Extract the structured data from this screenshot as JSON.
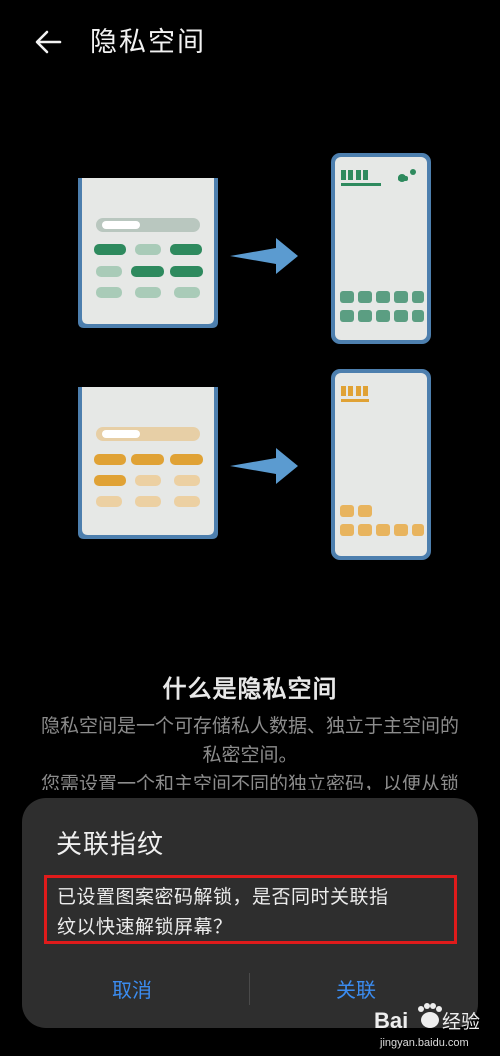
{
  "header": {
    "title": "隐私空间",
    "back_icon": "arrow-left-icon"
  },
  "intro": {
    "title": "什么是隐私空间",
    "line1": "隐私空间是一个可存储私人数据、独立于主空间的",
    "line2": "私密空间。",
    "line3": "您需设置一个和主空间不同的独立密码，以便从锁"
  },
  "dialog": {
    "title": "关联指纹",
    "message_line1": "已设置图案密码解锁，是否同时关联指",
    "message_line2": "纹以快速解锁屏幕？",
    "cancel_label": "取消",
    "confirm_label": "关联"
  },
  "watermark": {
    "brand_left": "Bai",
    "brand_right": "经验",
    "url": "jingyan.baidu.com"
  },
  "colors": {
    "accent_blue": "#3b8cf0",
    "highlight_red": "#e01b1b",
    "green": "#2e8a5e",
    "orange": "#e0a235",
    "phone_frame": "#6f9ec8"
  }
}
